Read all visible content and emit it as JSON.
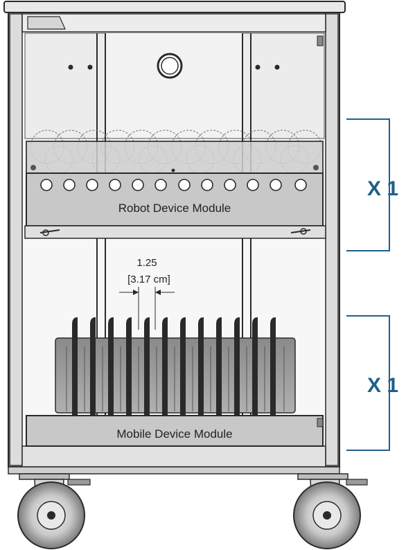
{
  "modules": {
    "robot": {
      "label": "Robot Device Module",
      "quantity": "X 1"
    },
    "mobile": {
      "label": "Mobile Device Module",
      "quantity": "X 1"
    }
  },
  "dimension": {
    "inches": "1.25",
    "cm": "[3.17 cm]"
  },
  "colors": {
    "frame": "#2a2a2a",
    "panel_gray": "#d0d0d0",
    "module_gray": "#c8c8c8",
    "mobile_dark": "#909090",
    "accent_blue": "#1f5f8b"
  }
}
